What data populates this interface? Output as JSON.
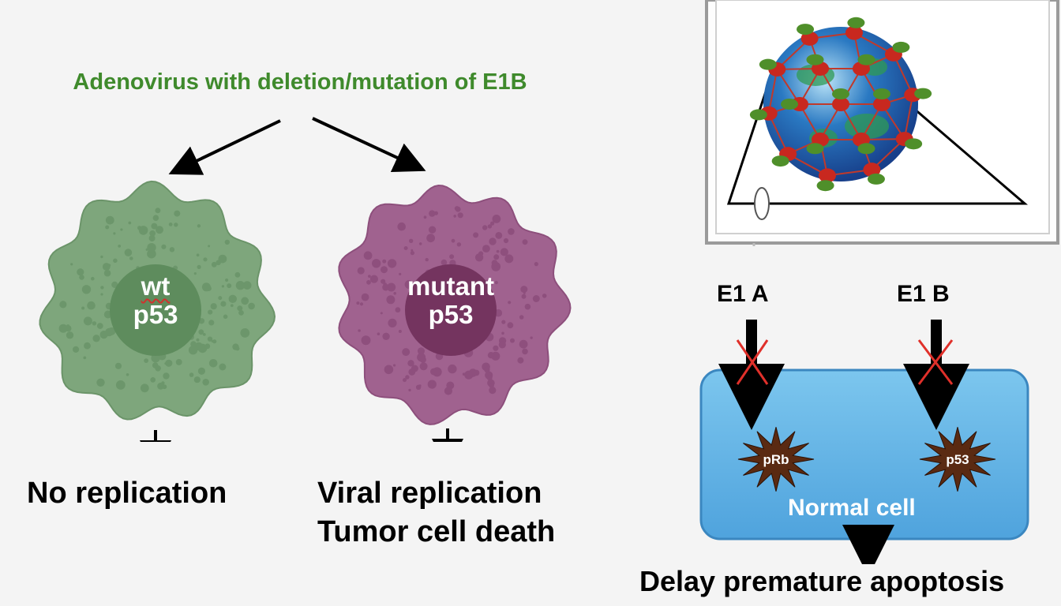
{
  "title": "Adenovirus with deletion/mutation of E1B",
  "colors": {
    "title_green": "#3f8a2c",
    "wt_cell": "#7ea67c",
    "wt_nucleus": "#5e8c5d",
    "mutant_cell": "#a0628f",
    "mutant_nucleus": "#74345f",
    "normal_cell_fill": "#63b4e6",
    "cross_red": "#e0302a",
    "star_brown": "#5a2a12"
  },
  "wt_cell": {
    "label_top": "wt",
    "label_bottom": "p53",
    "outcome": "No replication"
  },
  "mutant_cell": {
    "label_top": "mutant",
    "label_bottom": "p53",
    "outcome_line1": "Viral replication",
    "outcome_line2": "Tumor cell death"
  },
  "normal_cell": {
    "gene_left": "E1 A",
    "gene_right": "E1 B",
    "protein_left": "pRb",
    "protein_right": "p53",
    "label": "Normal cell",
    "outcome": "Delay premature apoptosis"
  },
  "icons": {
    "virus": "adenovirus-particle-icon",
    "star": "burst-star-icon"
  }
}
